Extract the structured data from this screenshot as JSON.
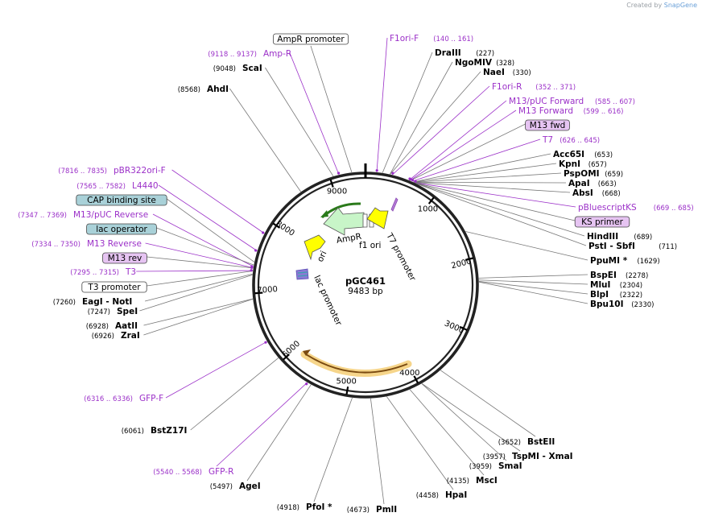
{
  "credit": {
    "prefix": "Created by",
    "brand": "SnapGene"
  },
  "plasmid": {
    "name": "pGC461",
    "size": 9483,
    "size_label": "9483 bp"
  },
  "ticks": [
    {
      "pos": 1000,
      "label": "1000"
    },
    {
      "pos": 2000,
      "label": "2000"
    },
    {
      "pos": 3000,
      "label": "3000"
    },
    {
      "pos": 4000,
      "label": "4000"
    },
    {
      "pos": 5000,
      "label": "5000"
    },
    {
      "pos": 6000,
      "label": "6000"
    },
    {
      "pos": 7000,
      "label": "7000"
    },
    {
      "pos": 8000,
      "label": "8000"
    },
    {
      "pos": 9000,
      "label": "9000"
    }
  ],
  "colors": {
    "primer": "#9b30c8",
    "enzyme": "#000000",
    "boxed_feature_fill": "#ffffff",
    "primer_box_fill": "#e6c4f2",
    "protein_bind_fill": "#a9d1d8",
    "promoter_arrow": "#ffffff",
    "ampr_arrow": "#c8f5c8",
    "ori_arrow": "#ffff00",
    "orf_arc": "#b8801c"
  },
  "labels": [
    {
      "kind": "box",
      "fill": "white",
      "name": "AmpR promoter",
      "coord": "",
      "pos": 9300
    },
    {
      "kind": "primer",
      "name": "F1ori-F",
      "coord": "(140 .. 161)",
      "pos": 150
    },
    {
      "kind": "primer",
      "name": "Amp-R",
      "coord": "(9118 .. 9137)",
      "pos": 9127
    },
    {
      "kind": "enzyme",
      "name": "DraIII",
      "coord": "(227)",
      "pos": 227
    },
    {
      "kind": "enzyme",
      "name": "NgoMIV",
      "coord": "(328)",
      "pos": 328
    },
    {
      "kind": "enzyme",
      "name": "NaeI",
      "coord": "(330)",
      "pos": 330
    },
    {
      "kind": "enzyme",
      "name": "ScaI",
      "coord": "(9048)",
      "pos": 9048
    },
    {
      "kind": "primer",
      "name": "F1ori-R",
      "coord": "(352 .. 371)",
      "pos": 361
    },
    {
      "kind": "enzyme",
      "name": "AhdI",
      "coord": "(8568)",
      "pos": 8568
    },
    {
      "kind": "primer",
      "name": "M13/pUC Forward",
      "coord": "(585 .. 607)",
      "pos": 596
    },
    {
      "kind": "primer",
      "name": "M13 Forward",
      "coord": "(599 .. 616)",
      "pos": 607
    },
    {
      "kind": "box",
      "fill": "primer",
      "name": "M13 fwd",
      "coord": "",
      "pos": 610
    },
    {
      "kind": "primer",
      "name": "T7",
      "coord": "(626 .. 645)",
      "pos": 635
    },
    {
      "kind": "enzyme",
      "name": "Acc65I",
      "coord": "(653)",
      "pos": 653
    },
    {
      "kind": "enzyme",
      "name": "KpnI",
      "coord": "(657)",
      "pos": 657
    },
    {
      "kind": "enzyme",
      "name": "PspOMI",
      "coord": "(659)",
      "pos": 659
    },
    {
      "kind": "enzyme",
      "name": "ApaI",
      "coord": "(663)",
      "pos": 663
    },
    {
      "kind": "enzyme",
      "name": "AbsI",
      "coord": "(668)",
      "pos": 668
    },
    {
      "kind": "primer",
      "name": "pBluescriptKS",
      "coord": "(669 .. 685)",
      "pos": 677
    },
    {
      "kind": "box",
      "fill": "primer",
      "name": "KS primer",
      "coord": "",
      "pos": 680
    },
    {
      "kind": "enzyme",
      "name": "HindIII",
      "coord": "(689)",
      "pos": 689
    },
    {
      "kind": "enzyme",
      "name": "PstI - SbfI",
      "coord": "(711)",
      "pos": 711
    },
    {
      "kind": "enzyme",
      "name": "PpuMI *",
      "coord": "(1629)",
      "pos": 1629
    },
    {
      "kind": "enzyme",
      "name": "BspEI",
      "coord": "(2278)",
      "pos": 2278
    },
    {
      "kind": "enzyme",
      "name": "MluI",
      "coord": "(2304)",
      "pos": 2304
    },
    {
      "kind": "enzyme",
      "name": "BlpI",
      "coord": "(2322)",
      "pos": 2322
    },
    {
      "kind": "enzyme",
      "name": "Bpu10I",
      "coord": "(2330)",
      "pos": 2330
    },
    {
      "kind": "primer",
      "name": "pBR322ori-F",
      "coord": "(7816 .. 7835)",
      "pos": 7825
    },
    {
      "kind": "primer",
      "name": "L4440",
      "coord": "(7565 .. 7582)",
      "pos": 7573
    },
    {
      "kind": "box",
      "fill": "bind",
      "name": "CAP binding site",
      "coord": "",
      "pos": 7420
    },
    {
      "kind": "primer",
      "name": "M13/pUC Reverse",
      "coord": "(7347 .. 7369)",
      "pos": 7358
    },
    {
      "kind": "box",
      "fill": "bind",
      "name": "lac operator",
      "coord": "",
      "pos": 7380
    },
    {
      "kind": "primer",
      "name": "M13 Reverse",
      "coord": "(7334 .. 7350)",
      "pos": 7342
    },
    {
      "kind": "box",
      "fill": "primer",
      "name": "M13 rev",
      "coord": "",
      "pos": 7340
    },
    {
      "kind": "primer",
      "name": "T3",
      "coord": "(7295 .. 7315)",
      "pos": 7305
    },
    {
      "kind": "box",
      "fill": "white",
      "name": "T3 promoter",
      "coord": "",
      "pos": 7300
    },
    {
      "kind": "enzyme",
      "name": "EagI - NotI",
      "coord": "(7260)",
      "pos": 7260
    },
    {
      "kind": "enzyme",
      "name": "SpeI",
      "coord": "(7247)",
      "pos": 7247
    },
    {
      "kind": "enzyme",
      "name": "AatII",
      "coord": "(6928)",
      "pos": 6928
    },
    {
      "kind": "enzyme",
      "name": "ZraI",
      "coord": "(6926)",
      "pos": 6926
    },
    {
      "kind": "primer",
      "name": "GFP-F",
      "coord": "(6316 .. 6336)",
      "pos": 6326
    },
    {
      "kind": "enzyme",
      "name": "BstZ17I",
      "coord": "(6061)",
      "pos": 6061
    },
    {
      "kind": "primer",
      "name": "GFP-R",
      "coord": "(5540 .. 5568)",
      "pos": 5554
    },
    {
      "kind": "enzyme",
      "name": "AgeI",
      "coord": "(5497)",
      "pos": 5497
    },
    {
      "kind": "enzyme",
      "name": "PfoI *",
      "coord": "(4918)",
      "pos": 4918
    },
    {
      "kind": "enzyme",
      "name": "PmlI",
      "coord": "(4673)",
      "pos": 4673
    },
    {
      "kind": "enzyme",
      "name": "HpaI",
      "coord": "(4458)",
      "pos": 4458
    },
    {
      "kind": "enzyme",
      "name": "MscI",
      "coord": "(4135)",
      "pos": 4135
    },
    {
      "kind": "enzyme",
      "name": "SmaI",
      "coord": "(3959)",
      "pos": 3959
    },
    {
      "kind": "enzyme",
      "name": "TspMI - XmaI",
      "coord": "(3957)",
      "pos": 3957
    },
    {
      "kind": "enzyme",
      "name": "BstEII",
      "coord": "(3652)",
      "pos": 3652
    }
  ],
  "inner_features": [
    {
      "name": "AmpR",
      "kind": "ampr"
    },
    {
      "name": "f1 ori",
      "kind": "ori"
    },
    {
      "name": "T7 promoter",
      "kind": "promoter"
    },
    {
      "name": "ori",
      "kind": "ori"
    },
    {
      "name": "lac promoter",
      "kind": "promoter"
    }
  ]
}
